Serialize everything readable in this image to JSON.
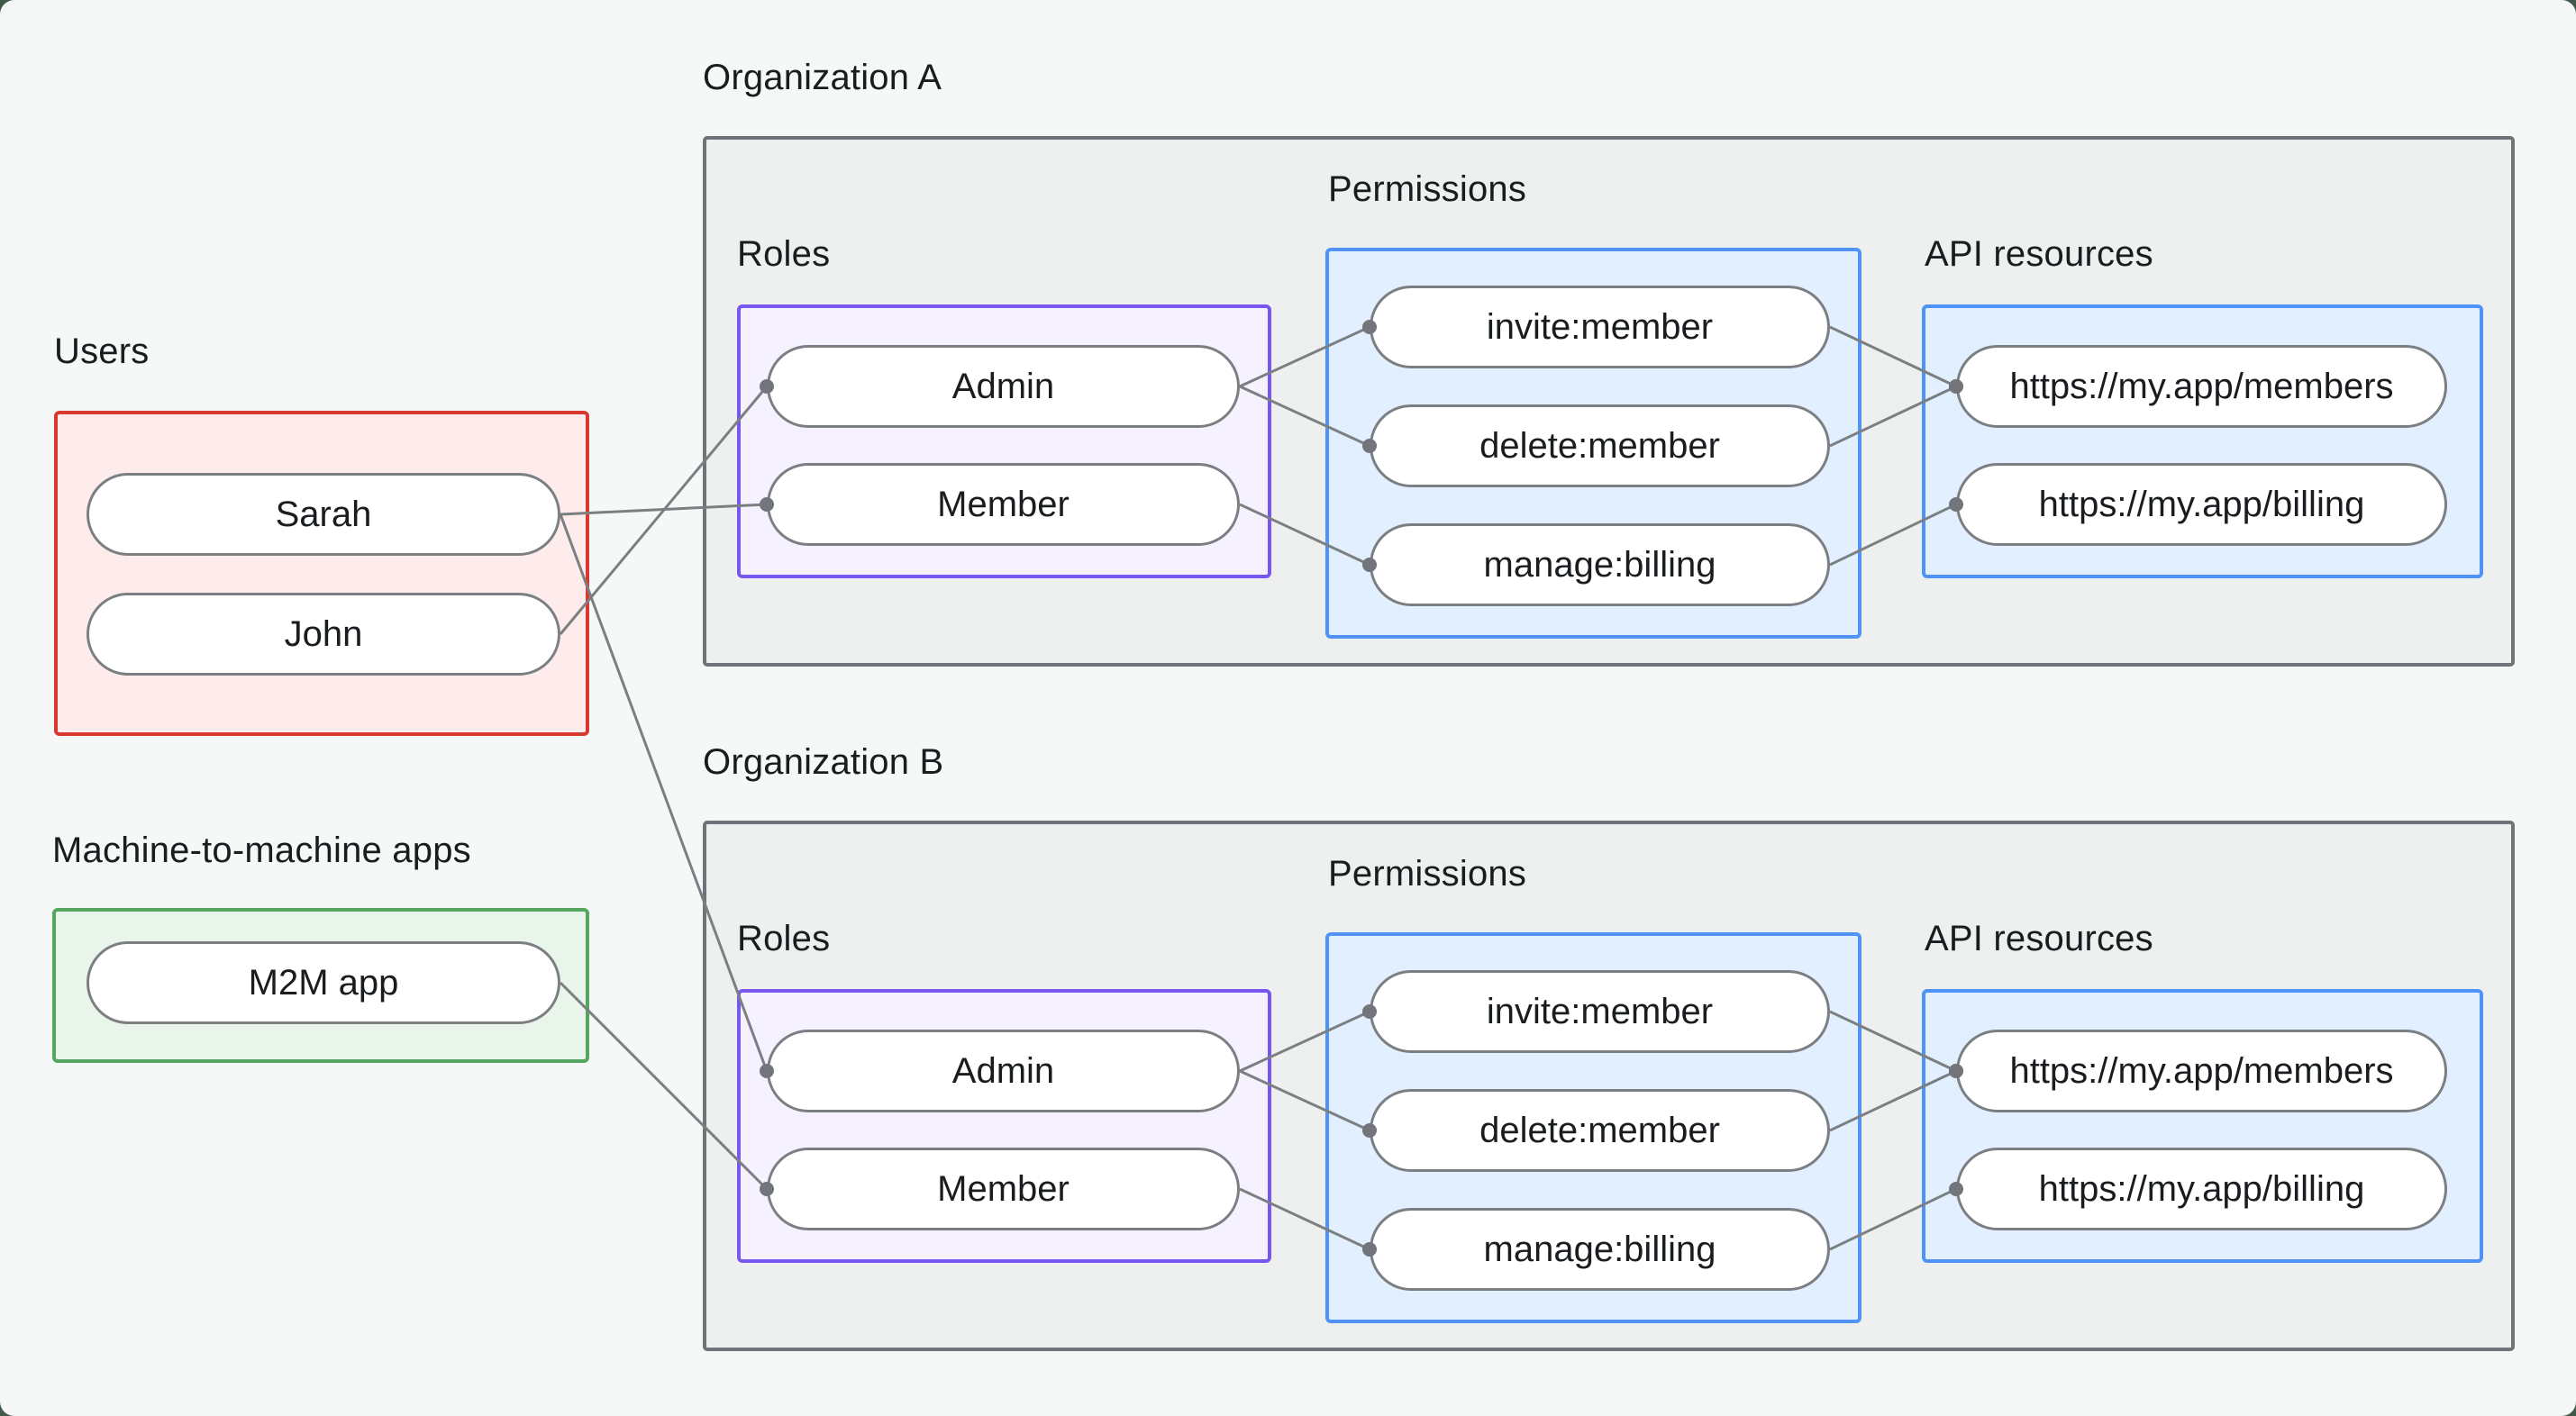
{
  "users": {
    "label": "Users",
    "items": [
      {
        "id": "sarah",
        "label": "Sarah"
      },
      {
        "id": "john",
        "label": "John"
      }
    ]
  },
  "m2m": {
    "label": "Machine-to-machine apps",
    "items": [
      {
        "id": "m2m-app",
        "label": "M2M app"
      }
    ]
  },
  "organizations": [
    {
      "title": "Organization A",
      "roles": {
        "label": "Roles",
        "items": [
          {
            "id": "org-a-admin",
            "label": "Admin"
          },
          {
            "id": "org-a-member",
            "label": "Member"
          }
        ]
      },
      "permissions": {
        "label": "Permissions",
        "items": [
          {
            "id": "org-a-invite",
            "label": "invite:member"
          },
          {
            "id": "org-a-delete",
            "label": "delete:member"
          },
          {
            "id": "org-a-manage",
            "label": "manage:billing"
          }
        ]
      },
      "api_resources": {
        "label": "API resources",
        "items": [
          {
            "id": "org-a-members",
            "label": "https://my.app/members"
          },
          {
            "id": "org-a-billing",
            "label": "https://my.app/billing"
          }
        ]
      }
    },
    {
      "title": "Organization B",
      "roles": {
        "label": "Roles",
        "items": [
          {
            "id": "org-b-admin",
            "label": "Admin"
          },
          {
            "id": "org-b-member",
            "label": "Member"
          }
        ]
      },
      "permissions": {
        "label": "Permissions",
        "items": [
          {
            "id": "org-b-invite",
            "label": "invite:member"
          },
          {
            "id": "org-b-delete",
            "label": "delete:member"
          },
          {
            "id": "org-b-manage",
            "label": "manage:billing"
          }
        ]
      },
      "api_resources": {
        "label": "API resources",
        "items": [
          {
            "id": "org-b-members",
            "label": "https://my.app/members"
          },
          {
            "id": "org-b-billing",
            "label": "https://my.app/billing"
          }
        ]
      }
    }
  ],
  "connections": [
    {
      "from": "sarah",
      "to": "org-a-member"
    },
    {
      "from": "john",
      "to": "org-a-admin"
    },
    {
      "from": "sarah",
      "to": "org-b-admin"
    },
    {
      "from": "m2m-app",
      "to": "org-b-member"
    },
    {
      "from": "org-a-admin",
      "to": "org-a-invite"
    },
    {
      "from": "org-a-admin",
      "to": "org-a-delete"
    },
    {
      "from": "org-a-member",
      "to": "org-a-manage"
    },
    {
      "from": "org-a-invite",
      "to": "org-a-members"
    },
    {
      "from": "org-a-delete",
      "to": "org-a-members"
    },
    {
      "from": "org-a-manage",
      "to": "org-a-billing"
    },
    {
      "from": "org-b-admin",
      "to": "org-b-invite"
    },
    {
      "from": "org-b-admin",
      "to": "org-b-delete"
    },
    {
      "from": "org-b-member",
      "to": "org-b-manage"
    },
    {
      "from": "org-b-invite",
      "to": "org-b-members"
    },
    {
      "from": "org-b-delete",
      "to": "org-b-members"
    },
    {
      "from": "org-b-manage",
      "to": "org-b-billing"
    }
  ],
  "colors": {
    "bg-page": "#3f5a49",
    "bg-card": "#f6f8f8",
    "bg-org": "#eef0f0",
    "border-org": "#6f7478",
    "bg-users": "#fdeceb",
    "border-users": "#d93831",
    "bg-m2m": "#e9f5ea",
    "border-m2m": "#55a661",
    "bg-roles": "#f6f1fe",
    "border-roles": "#7857ee",
    "bg-blue": "#e1effe",
    "border-blue": "#4e93f5",
    "line": "#7c7f82",
    "dot": "#72767a",
    "text": "#1a1d20"
  }
}
